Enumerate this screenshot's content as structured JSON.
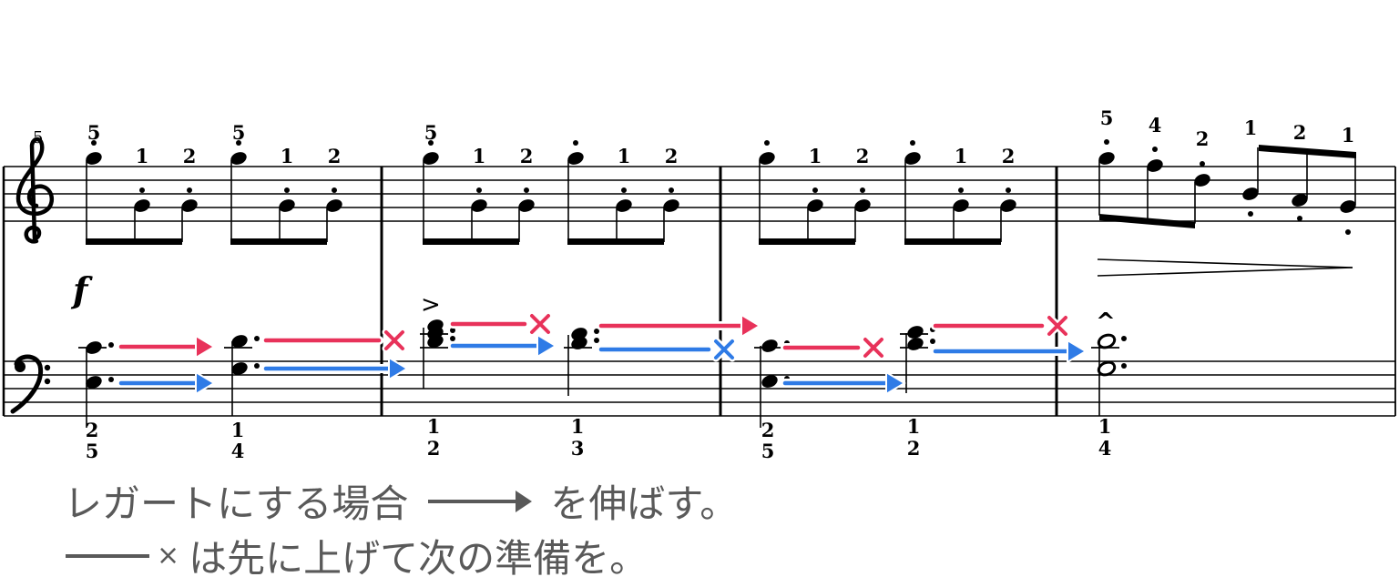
{
  "score": {
    "measure_number": "5",
    "dynamic": "f",
    "treble_fingerings": [
      "5",
      "1",
      "2",
      "5",
      "1",
      "2",
      "5",
      "1",
      "2",
      "1",
      "2",
      "1",
      "2",
      "1",
      "2",
      "5",
      "4",
      "2",
      "1",
      "2",
      "1"
    ],
    "bass_fingerings": [
      [
        "2",
        "5"
      ],
      [
        "1",
        "4"
      ],
      [
        "1",
        "2"
      ],
      [
        "1",
        "3"
      ],
      [
        "2",
        "5"
      ],
      [
        "1",
        "2"
      ],
      [
        "1",
        "4"
      ]
    ],
    "accent_symbol": ">",
    "marcato_symbol": "^"
  },
  "colors": {
    "legato_sustain": "#e8325a",
    "legato_lower": "#2f7be6",
    "legend_text": "#595959"
  },
  "legend": {
    "line1_before": "レガートにする場合",
    "line1_after": "を伸ばす。",
    "line2_mark": "×",
    "line2_text": "は先に上げて次の準備を。"
  }
}
